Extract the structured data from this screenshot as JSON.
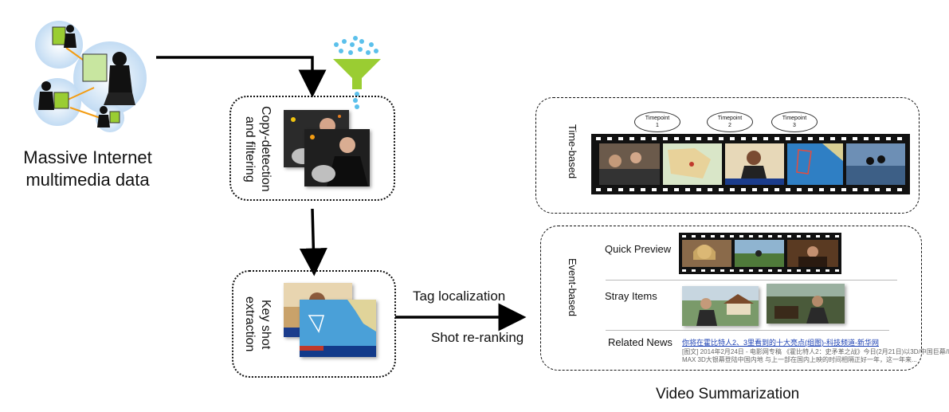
{
  "source": {
    "label_line1": "Massive Internet",
    "label_line2": "multimedia data"
  },
  "copy_detection": {
    "label_line1": "Copy-detection",
    "label_line2": "and filtering"
  },
  "key_shot": {
    "label_line1": "Key shot",
    "label_line2": "extraction"
  },
  "edge_labels": {
    "tag_localization": "Tag localization",
    "shot_reranking": "Shot re-ranking"
  },
  "time_based": {
    "label": "Time-based",
    "timepoints": [
      {
        "title": "Timepoint",
        "num": "1"
      },
      {
        "title": "Timepoint",
        "num": "2"
      },
      {
        "title": "Timepoint",
        "num": "3"
      }
    ]
  },
  "event_based": {
    "label": "Event-based",
    "rows": {
      "quick_preview": "Quick Preview",
      "stray_items": "Stray Items",
      "related_news": "Related News"
    },
    "news": {
      "title": "你将在霍比特人2、3里看到的十大亮点(组图)-科技频道-新华网",
      "line1": "[图文] 2014年2月24日 - 电影网专稿 《霍比特人2：史矛革之战》今日(2月21日)以3D/中国巨幕/I",
      "line2": "MAX 3D大银幕登陆中国内地 与上一部在国内上映的时间相隔正好一年，这一年来..."
    }
  },
  "output": {
    "label": "Video Summarization"
  },
  "colors": {
    "funnel_green": "#9acd32",
    "dots_blue": "#5bc0eb",
    "arrow": "#000000",
    "news_link": "#1a3fb3"
  }
}
